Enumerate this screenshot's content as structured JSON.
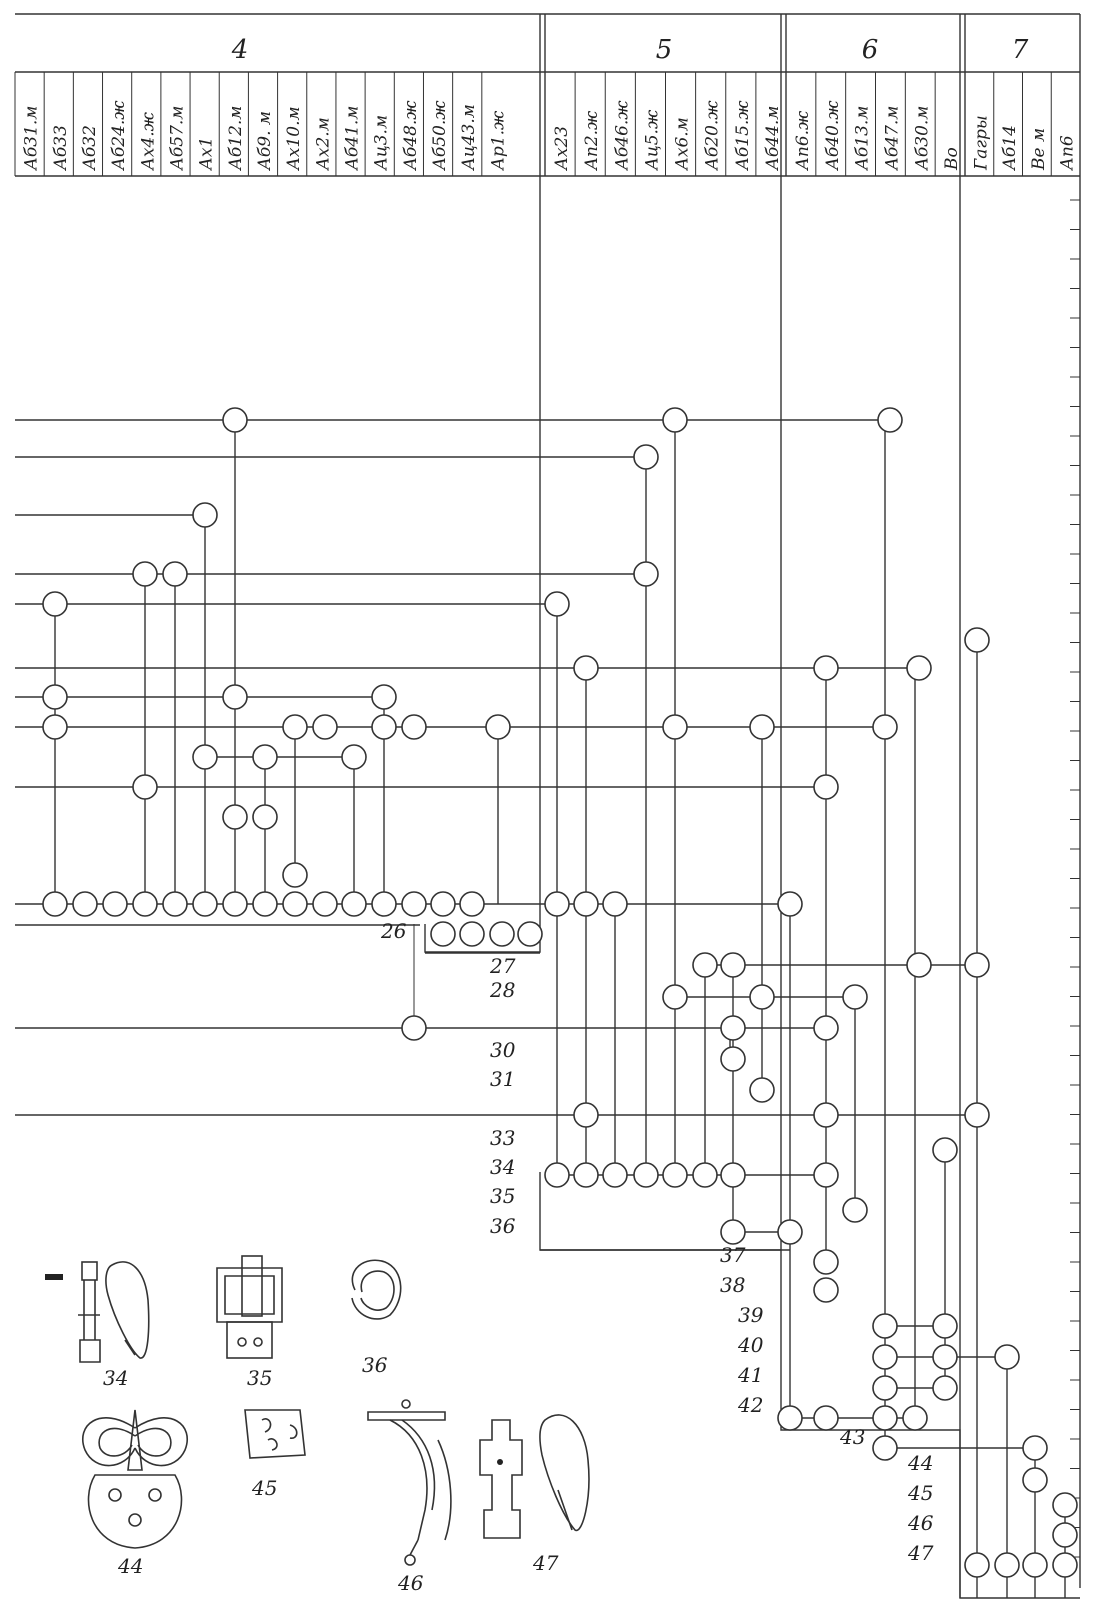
{
  "groups": [
    {
      "label": "4",
      "columns": [
        "Аб31.м",
        "Аб33",
        "Аб32",
        "Аб24.ж",
        "Ах4.ж",
        "Аб57.м",
        "Ах1",
        "Аб12.м",
        "Аб9. м",
        "Ах10.м",
        "Ах2.м",
        "Аб41.м",
        "Ац3.м",
        "Аб48.ж",
        "Аб50.ж",
        "Ац43.м",
        "Ар1.ж"
      ]
    },
    {
      "label": "5",
      "columns": [
        "Ах23",
        "Ап2.ж",
        "Аб46.ж",
        "Ац5.ж",
        "Ах6.м",
        "Аб20.ж",
        "Аб15.ж",
        "Аб44.м"
      ]
    },
    {
      "label": "6",
      "columns": [
        "Ап6.ж",
        "Аб40.ж",
        "Аб13.м",
        "Аб47.м",
        "Аб30.м",
        "Во"
      ]
    },
    {
      "label": "7",
      "columns": [
        "Гагры",
        "Аб14",
        "Ве м",
        "Ап6"
      ]
    }
  ],
  "row_numbers": [
    "26",
    "27",
    "28",
    "30",
    "31",
    "33",
    "34",
    "35",
    "36",
    "37",
    "38",
    "39",
    "40",
    "41",
    "42",
    "43",
    "44",
    "45",
    "46",
    "47"
  ],
  "artifacts": [
    "34",
    "35",
    "36",
    "44",
    "45",
    "46",
    "47"
  ]
}
